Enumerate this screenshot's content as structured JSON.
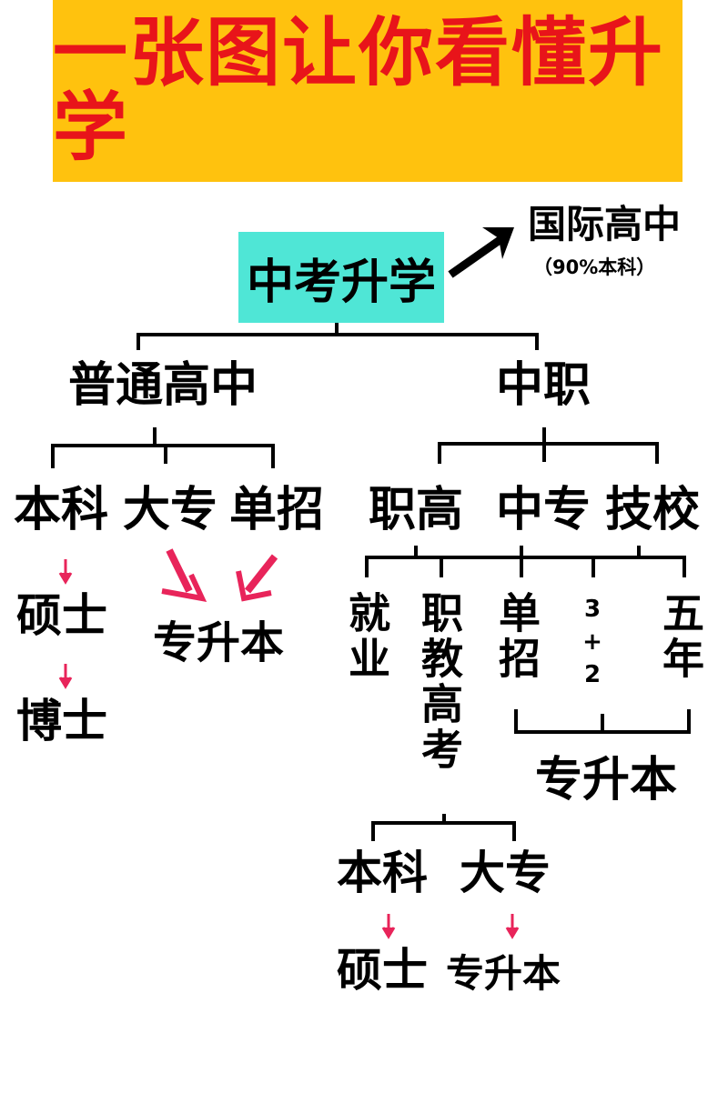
{
  "title": "一张图让你看懂升学",
  "colors": {
    "banner_bg": "#FFC20E",
    "title_text": "#E8141A",
    "root_box_bg": "#4FE6D6",
    "arrow_pink": "#E8245A"
  },
  "root": "中考升学",
  "international": {
    "label": "国际高中",
    "note": "（90%本科）"
  },
  "general_high": {
    "label": "普通高中",
    "branches": [
      "本科",
      "大专",
      "单招"
    ],
    "bachelor_path": [
      "硕士",
      "博士"
    ],
    "upgrade": "专升本"
  },
  "vocational": {
    "label": "中职",
    "branches": [
      "职高",
      "中专",
      "技校"
    ],
    "outcomes": [
      "就业",
      "职教高考",
      "单招",
      "3+2",
      "五年"
    ],
    "upgrade": "专升本",
    "exam_branches": [
      "本科",
      "大专"
    ],
    "exam_next": [
      "硕士",
      "专升本"
    ]
  }
}
